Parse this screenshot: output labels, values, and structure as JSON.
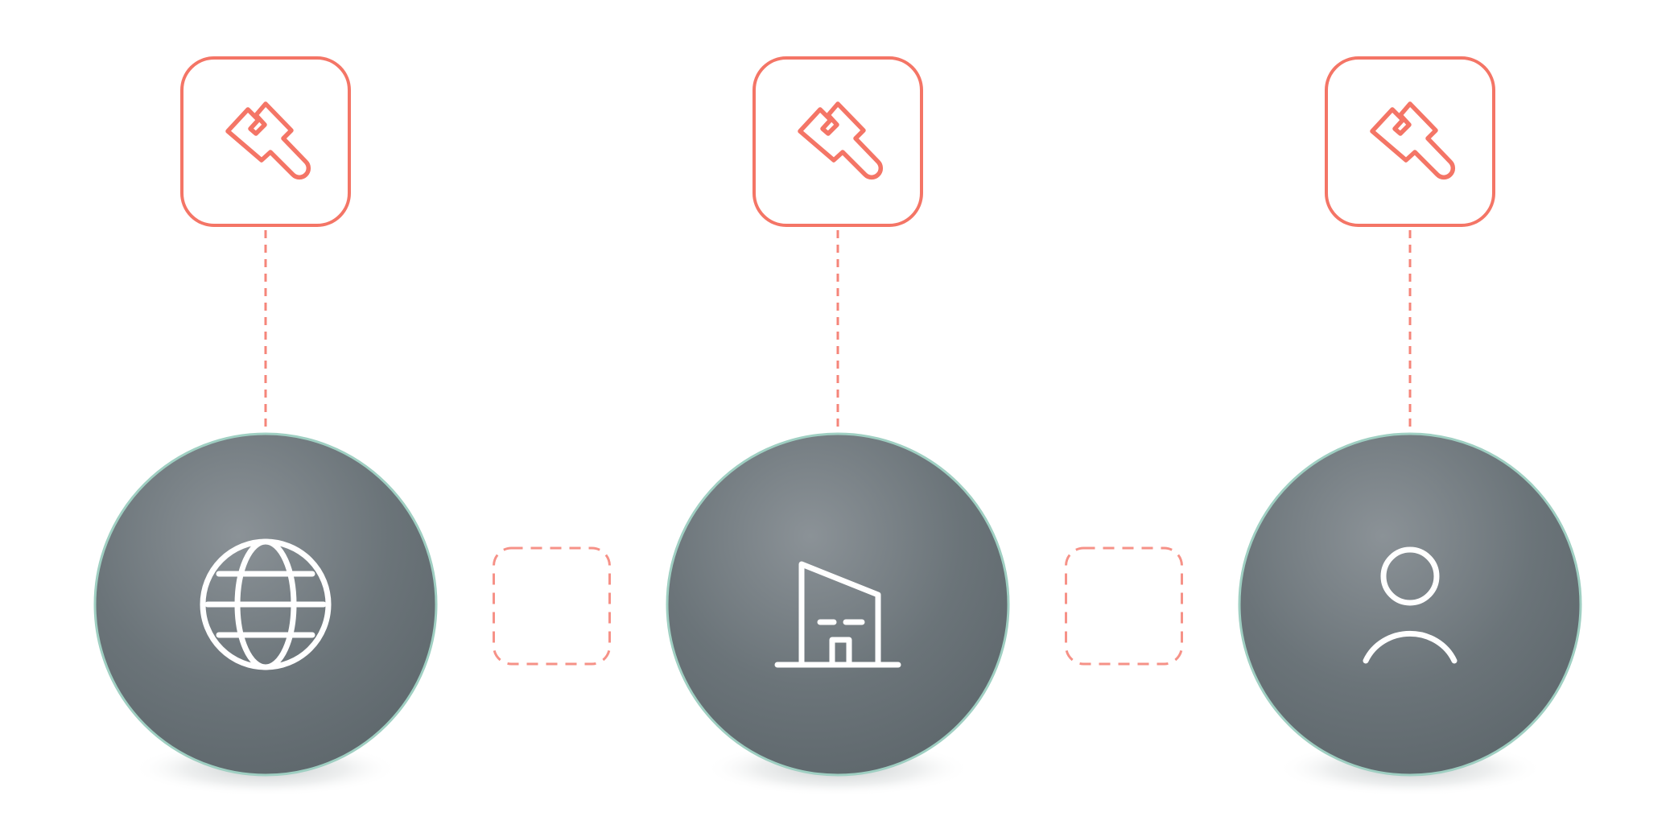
{
  "colors": {
    "accent": "#f47566",
    "connector_dash": "#f5857a",
    "node_fill_center": "#8b9297",
    "node_fill_edge": "#5f686d",
    "node_outline": "#9fcfc2",
    "icon_stroke": "#ffffff",
    "background": "#ffffff"
  },
  "diagram": {
    "columns": [
      {
        "id": "web",
        "tool": {
          "icon": "wrench-icon"
        },
        "node": {
          "icon": "globe-icon"
        }
      },
      {
        "id": "building",
        "tool": {
          "icon": "wrench-icon"
        },
        "node": {
          "icon": "building-icon"
        }
      },
      {
        "id": "user",
        "tool": {
          "icon": "wrench-icon"
        },
        "node": {
          "icon": "user-icon"
        }
      }
    ],
    "gaps": [
      {
        "between": [
          "web",
          "building"
        ],
        "icon": "empty-slot-placeholder"
      },
      {
        "between": [
          "building",
          "user"
        ],
        "icon": "empty-slot-placeholder"
      }
    ]
  }
}
